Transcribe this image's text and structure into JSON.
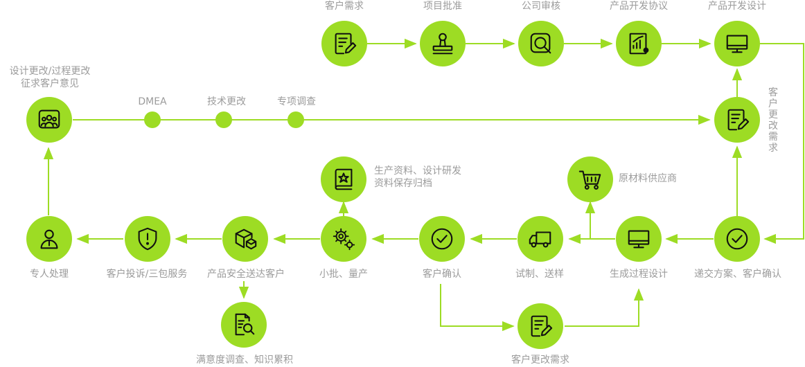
{
  "colors": {
    "accent": "#9ddc24",
    "text": "#9b9b9b",
    "icon": "#111111"
  },
  "top_row": {
    "customer_needs": "客户需求",
    "project_approval": "项目批准",
    "company_review": "公司审核",
    "dev_agreement": "产品开发协议",
    "product_design": "产品开发设计"
  },
  "middle_row": {
    "design_change_line1": "设计更改/过程更改",
    "design_change_line2": "征求客户意见",
    "dmea": "DMEA",
    "tech_change": "技术更改",
    "special_survey": "专项调查",
    "customer_change_vertical": "客户更改需求"
  },
  "archive": {
    "line1": "生产资料、设计研发",
    "line2": "资料保存归档"
  },
  "supplier": "原材料供应商",
  "bottom_row": {
    "dedicated_handling": "专人处理",
    "complaint_service": "客户投诉/三包服务",
    "safe_delivery": "产品安全送达客户",
    "small_batch": "小批、量产",
    "customer_confirm": "客户确认",
    "trial_sample": "试制、送样",
    "process_design": "生成过程设计",
    "submit_confirm": "递交方案、客户确认"
  },
  "satisfaction": "满意度调查、知识累积",
  "customer_change_bottom": "客户更改需求"
}
